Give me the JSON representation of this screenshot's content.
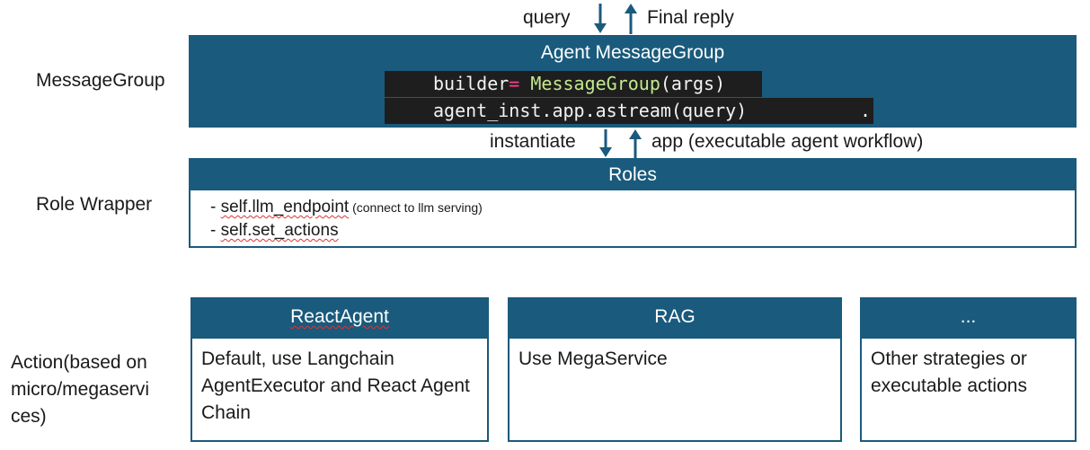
{
  "top_arrows": {
    "query": "query",
    "final_reply": "Final reply"
  },
  "message_group": {
    "side_label": "MessageGroup",
    "title": "Agent MessageGroup",
    "code_line1": {
      "var": "builder",
      "op": "=",
      "func": "MessageGroup",
      "args": "(args)"
    },
    "code_line2": "agent_inst.app.astream(query)",
    "code_line2_tail": "."
  },
  "mid_arrows": {
    "instantiate": "instantiate",
    "app": "app (executable agent workflow)"
  },
  "roles": {
    "side_label": "Role Wrapper",
    "title": "Roles",
    "item1_prefix": "- ",
    "item1_code": "self.llm_endpoint",
    "item1_note": " (connect to llm serving)",
    "item2_prefix": "- ",
    "item2_code": "self.set_actions"
  },
  "actions": {
    "side_label_line1": "Action(based on",
    "side_label_line2": "micro/megaservi",
    "side_label_line3": "ces)",
    "cards": [
      {
        "title": "ReactAgent",
        "body": "Default, use Langchain AgentExecutor and React Agent Chain"
      },
      {
        "title": "RAG",
        "body": "Use MegaService"
      },
      {
        "title": "...",
        "body": "Other strategies or executable actions"
      }
    ]
  },
  "colors": {
    "header": "#1a5a7c",
    "code_bg": "#1e1e1e",
    "keyword_pink": "#ff3d8b",
    "func_green": "#c3e88d"
  }
}
